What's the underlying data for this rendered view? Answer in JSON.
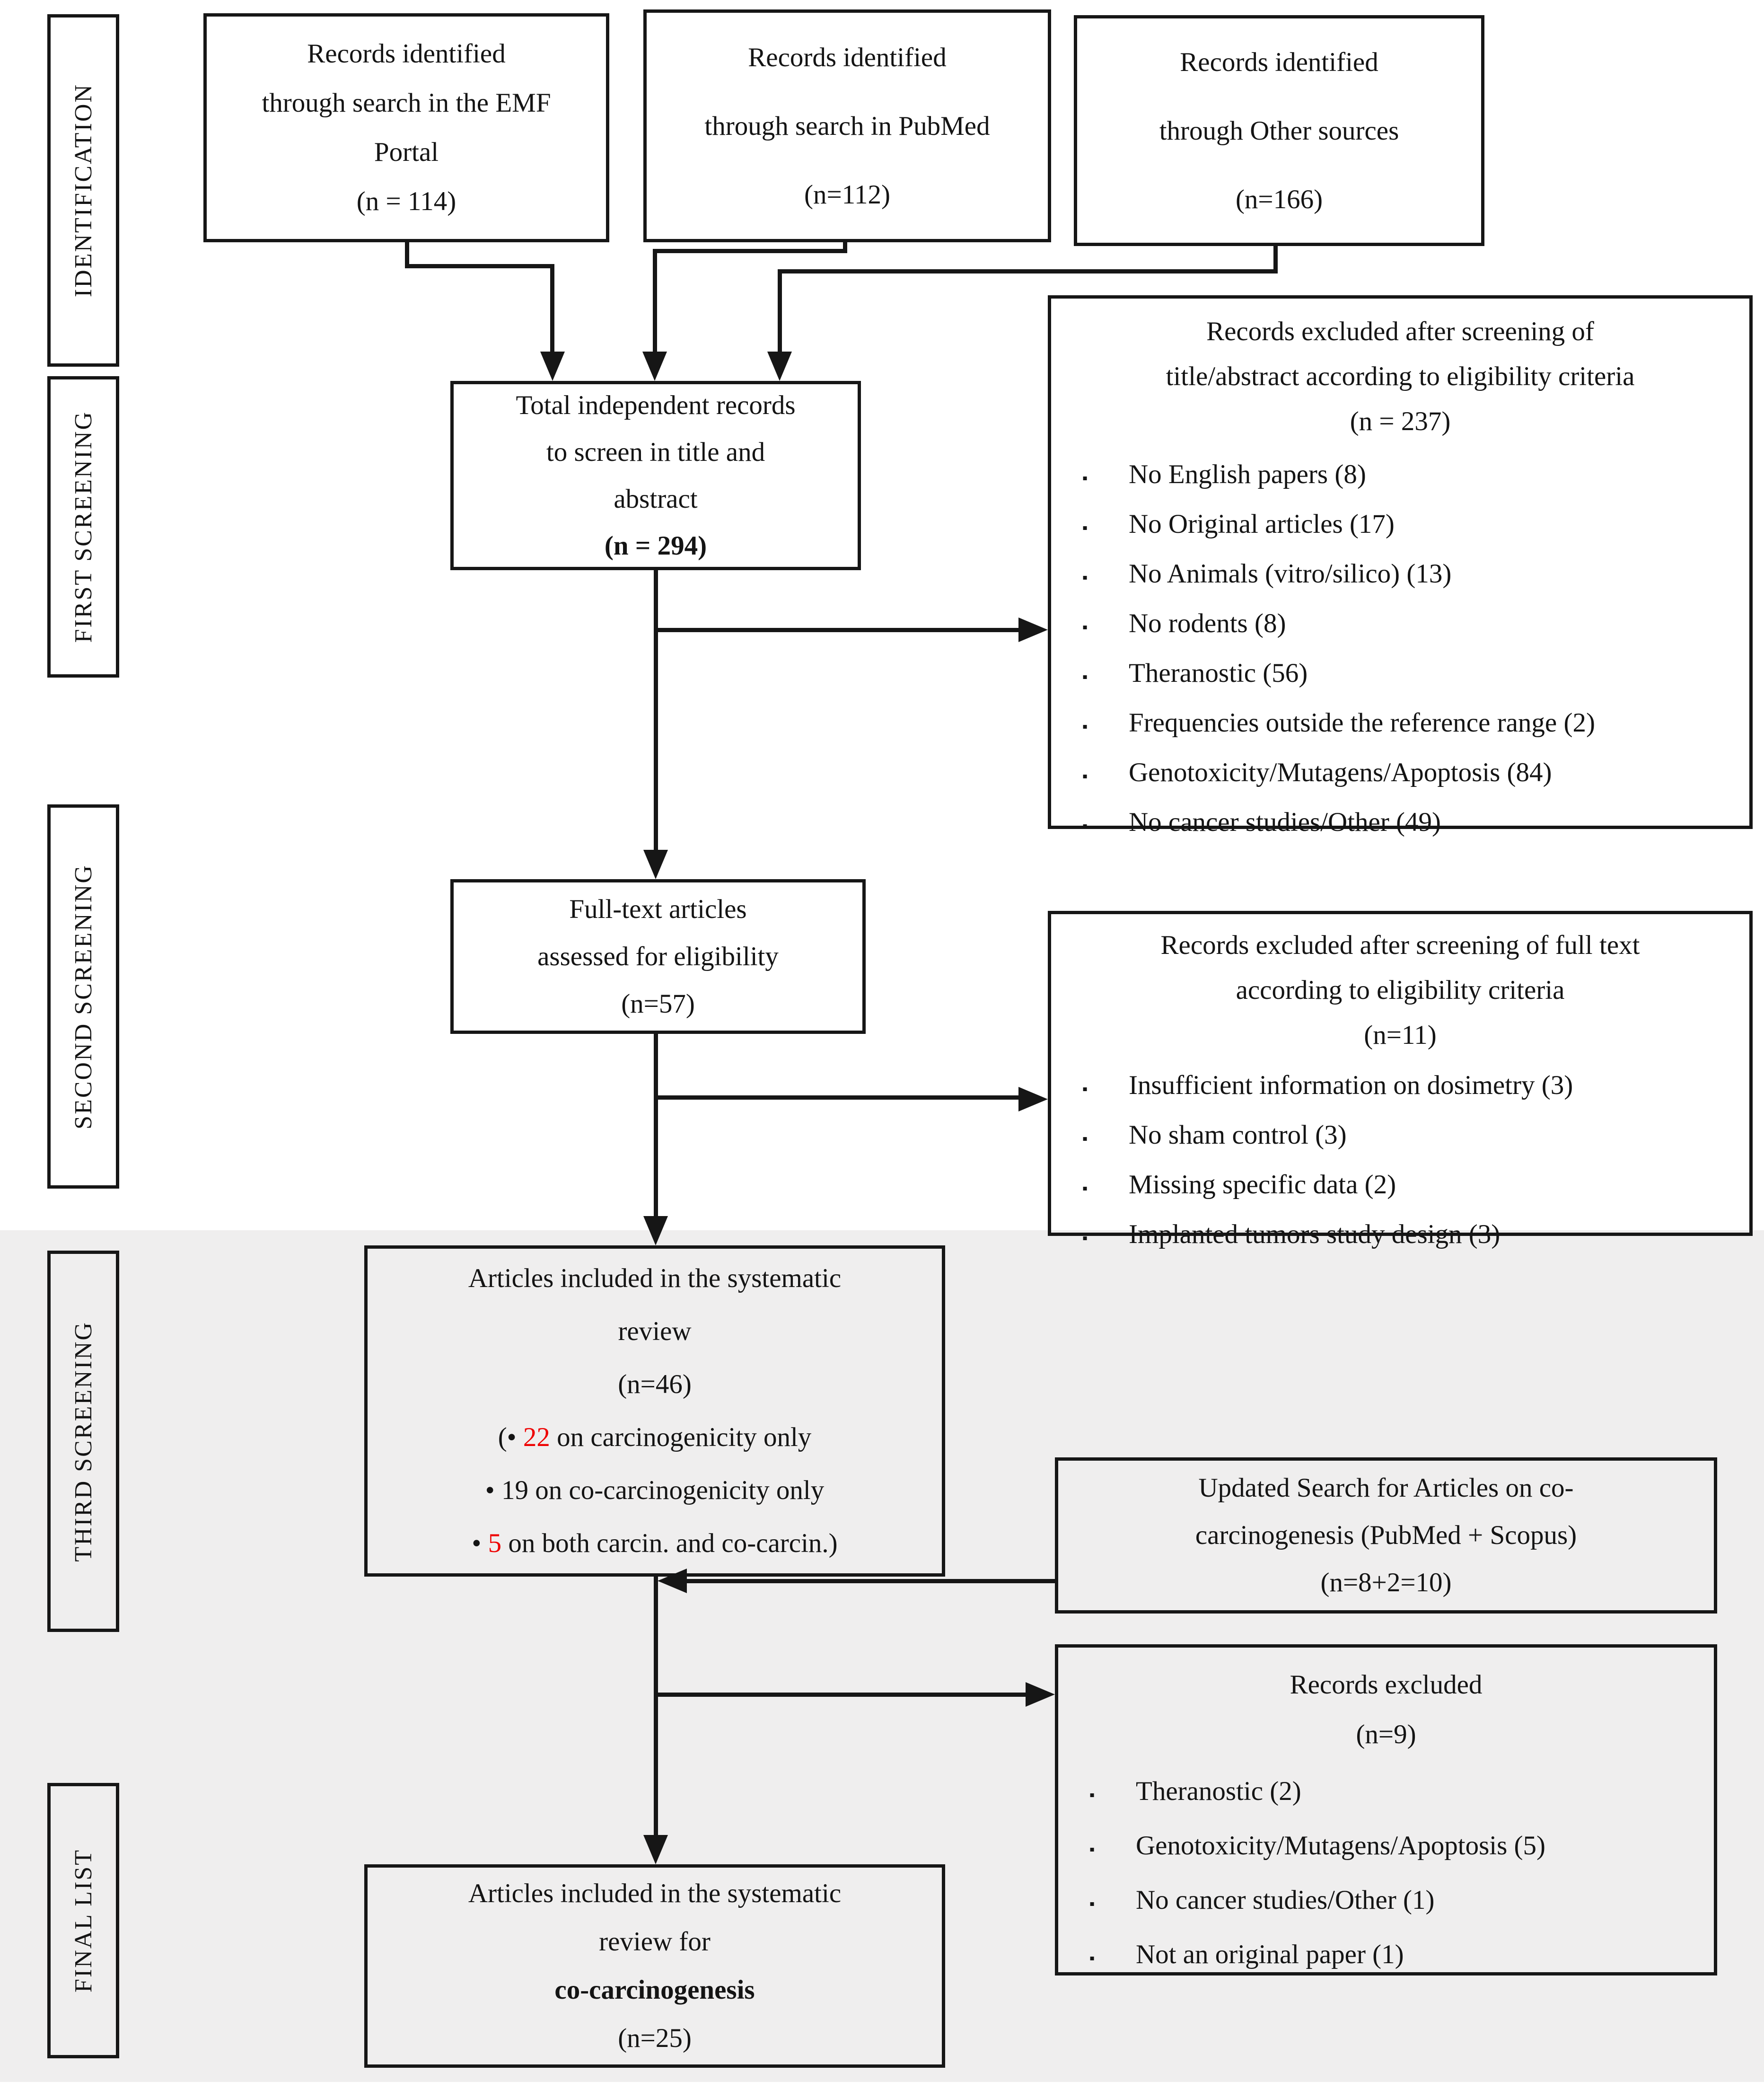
{
  "colors": {
    "accent_red": "#ee0000",
    "section_background": "#efeeee",
    "line_black": "#161616"
  },
  "side_labels": {
    "identification": "IDENTIFICATION",
    "first_screening": "FIRST SCREENING",
    "second_screening": "SECOND SCREENING",
    "third_screening": "THIRD SCREENING",
    "final_list": "FINAL  LIST"
  },
  "boxes": {
    "emf": {
      "lines": [
        "Records identified",
        "through search in the EMF",
        "Portal",
        "(n = 114)"
      ]
    },
    "pubmed": {
      "lines": [
        "Records identified",
        "through search in PubMed",
        "(n=112)"
      ]
    },
    "other": {
      "lines": [
        "Records identified",
        "through Other sources",
        "(n=166)"
      ]
    },
    "total": {
      "lines": [
        "Total independent records",
        "to screen in title and",
        "abstract"
      ],
      "n_bold": "(n = 294)"
    },
    "excluded_title_abstract": {
      "title": [
        "Records excluded after screening of",
        "title/abstract according to eligibility criteria",
        "(n = 237)"
      ],
      "bullets": [
        "No English papers (8)",
        "No Original articles (17)",
        "No Animals (vitro/silico) (13)",
        "No rodents (8)",
        "Theranostic (56)",
        "Frequencies outside the reference range (2)",
        "Genotoxicity/Mutagens/Apoptosis (84)",
        "No cancer studies/Other (49)"
      ]
    },
    "fulltext": {
      "lines": [
        "Full-text articles",
        "assessed for eligibility",
        "(n=57)"
      ]
    },
    "excluded_fulltext": {
      "title": [
        "Records excluded after screening of full text",
        "according to eligibility criteria",
        "(n=11)"
      ],
      "bullets": [
        "Insufficient information on dosimetry (3)",
        "No sham control (3)",
        "Missing specific data (2)",
        "Implanted tumors study design (3)"
      ]
    },
    "articles_included": {
      "lines": [
        "Articles included in the systematic",
        "review",
        "(n=46)"
      ],
      "items": [
        {
          "prefix": "(• ",
          "value": "22",
          "suffix": " on carcinogenicity only"
        },
        {
          "prefix": "• ",
          "value": "19",
          "suffix": " on co-carcinogenicity only"
        },
        {
          "prefix": "• ",
          "value": "5",
          "suffix": " on both carcin. and co-carcin.)"
        }
      ]
    },
    "updated_search": {
      "lines": [
        "Updated Search for Articles on co-",
        "carcinogenesis (PubMed + Scopus)",
        "(n=8+2=10)"
      ]
    },
    "records_excluded_9": {
      "title": [
        "Records excluded",
        "(n=9)"
      ],
      "bullets": [
        "Theranostic (2)",
        "Genotoxicity/Mutagens/Apoptosis (5)",
        "No cancer studies/Other (1)",
        "Not an original paper (1)"
      ]
    },
    "final": {
      "lines": [
        "Articles included in the systematic",
        "review for"
      ],
      "bold_line": "co-carcinogenesis",
      "n_line": "(n=25)"
    }
  }
}
